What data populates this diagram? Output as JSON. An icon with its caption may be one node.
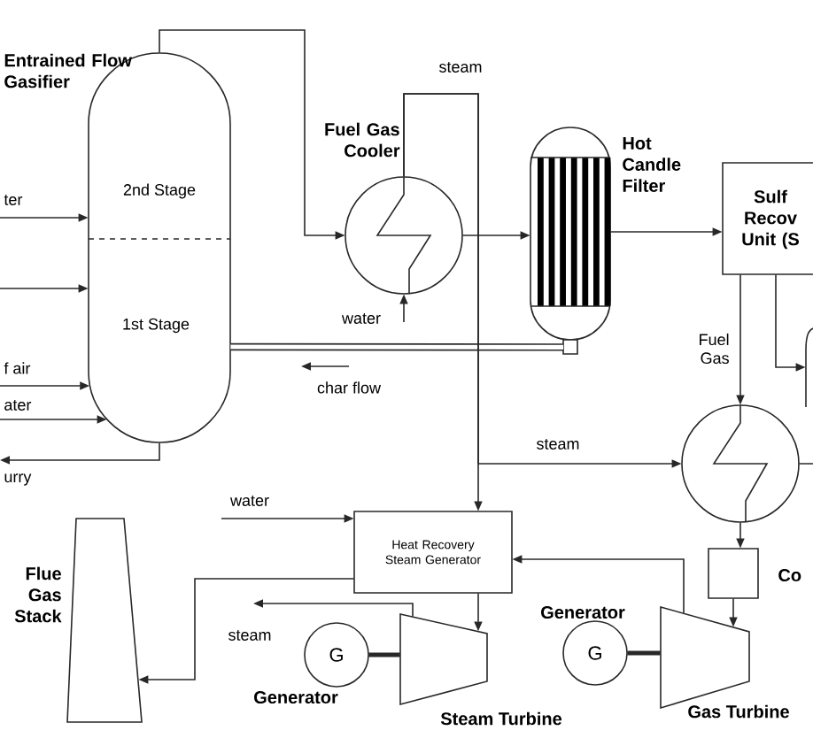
{
  "diagram": {
    "nodes": [
      {
        "text": [
          "Entrained Flow Gasifier",
          "2nd Stage",
          "1st Stage"
        ]
      },
      {
        "text": [
          "Fuel Gas Cooler"
        ]
      },
      {
        "text": [
          "Hot Candle Filter"
        ]
      },
      {
        "text": [
          "Sulf Recov Unit (S"
        ]
      },
      {
        "text": [],
        "shape": "circle"
      },
      {
        "text": [],
        "shape": "box",
        "beside": [
          "Co"
        ]
      },
      {
        "text": [
          "Heat Recovery Steam Generator"
        ]
      },
      {
        "text": [
          "Steam Turbine"
        ]
      },
      {
        "text": [
          "G",
          "Generator"
        ]
      },
      {
        "text": [
          "Gas Turbine"
        ]
      },
      {
        "text": [
          "Generator",
          "G"
        ]
      },
      {
        "text": [
          "Flue Gas Stack"
        ]
      },
      {
        "text": [],
        "shape": "cylinder"
      }
    ],
    "edges": [
      {
        "from": null,
        "to": 0,
        "arrow": "to",
        "label": "ter"
      },
      {
        "from": null,
        "to": 0,
        "arrow": "to"
      },
      {
        "from": null,
        "to": 0,
        "arrow": "to",
        "label": "f air"
      },
      {
        "from": null,
        "to": 0,
        "arrow": "to",
        "label": "ater"
      },
      {
        "from": 0,
        "to": null,
        "arrow": "to",
        "label": "urry"
      },
      {
        "from": 0,
        "to": 1,
        "arrow": "to"
      },
      {
        "from": 1,
        "to": 2,
        "arrow": "to"
      },
      {
        "from": 2,
        "to": 3,
        "arrow": "to"
      },
      {
        "from": 2,
        "to": 0,
        "arrow": "none",
        "style": "thick",
        "label": "char flow"
      },
      {
        "from": 1,
        "to": 6,
        "arrow": "to",
        "label": "steam"
      },
      {
        "from": 1,
        "to": 4,
        "arrow": "to",
        "label": "steam"
      },
      {
        "from": 3,
        "to": 4,
        "arrow": "to",
        "label": "Fuel Gas"
      },
      {
        "from": 3,
        "to": 12,
        "arrow": "to"
      },
      {
        "from": 4,
        "to": null,
        "arrow": "none"
      },
      {
        "from": 4,
        "to": 5,
        "arrow": "to"
      },
      {
        "from": 5,
        "to": 9,
        "arrow": "to"
      },
      {
        "from": 9,
        "to": 6,
        "arrow": "to"
      },
      {
        "from": null,
        "to": 6,
        "arrow": "to",
        "label": "water"
      },
      {
        "from": 6,
        "to": 7,
        "arrow": "to"
      },
      {
        "from": 6,
        "to": 11,
        "arrow": "to"
      },
      {
        "from": 7,
        "to": null,
        "arrow": "to",
        "label": "steam"
      },
      {
        "from": 8,
        "to": 7,
        "arrow": "none",
        "style": "thick"
      },
      {
        "from": 10,
        "to": 9,
        "arrow": "none",
        "style": "thick"
      },
      {
        "from": null,
        "to": 1,
        "arrow": "to",
        "label": "water"
      }
    ]
  }
}
